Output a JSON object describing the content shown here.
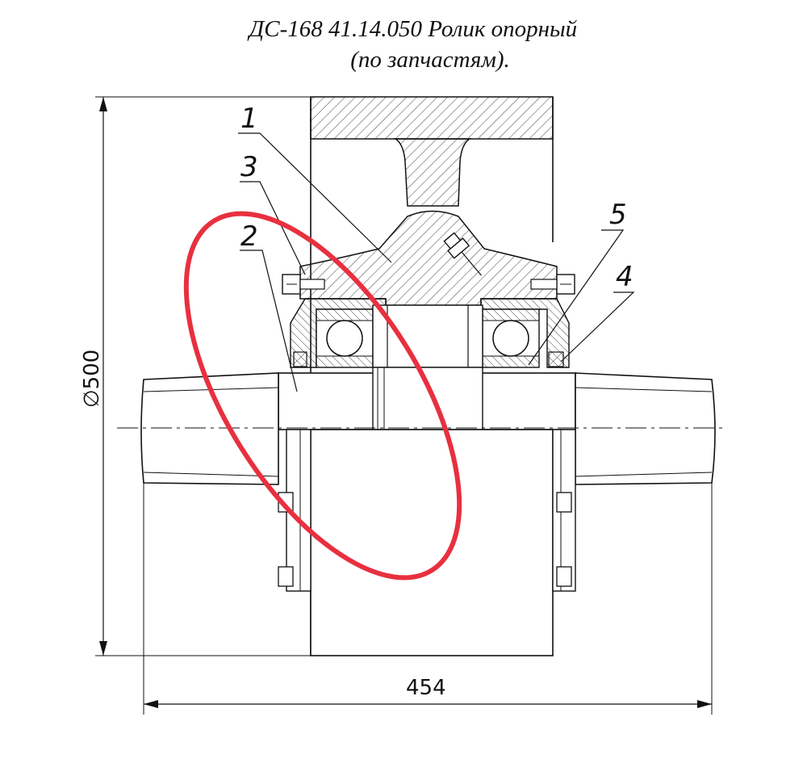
{
  "title": {
    "line1": "ДС-168 41.14.050 Ролик опорный",
    "line2": "(по запчастям)."
  },
  "callouts": [
    "1",
    "3",
    "2",
    "5",
    "4"
  ],
  "dimensions": {
    "diameter": "∅500",
    "width": "454"
  },
  "colors": {
    "lines": "#111111",
    "highlight": "#e8303f"
  }
}
